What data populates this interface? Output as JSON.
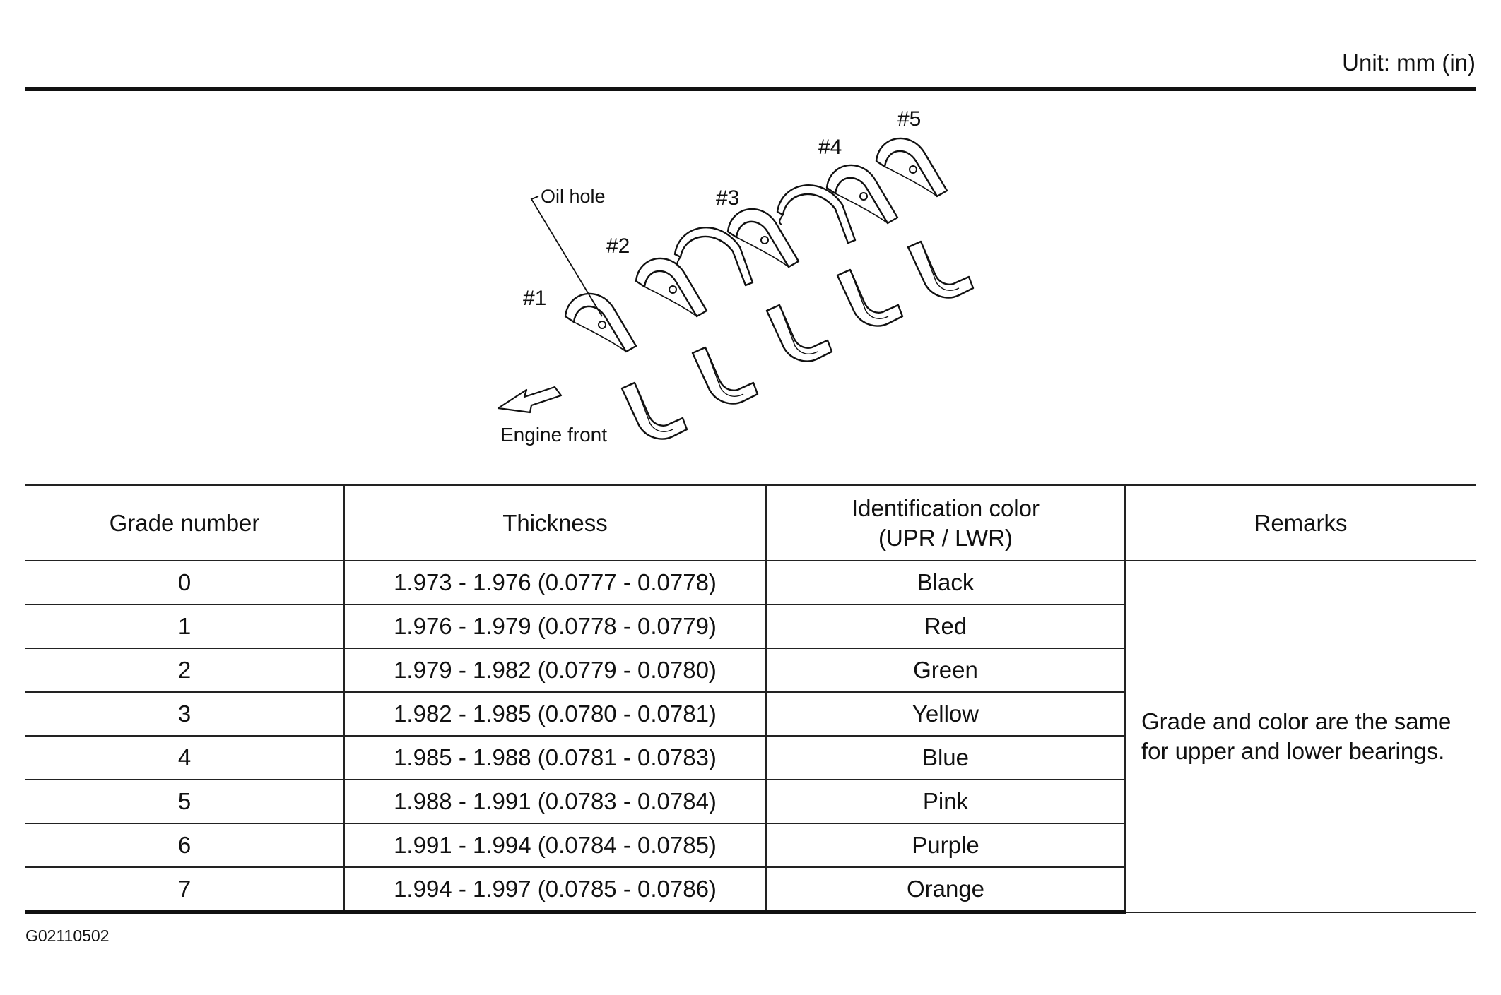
{
  "unit_label": "Unit: mm (in)",
  "diagram": {
    "labels": {
      "b1": "#1",
      "b2": "#2",
      "b3": "#3",
      "b4": "#4",
      "b5": "#5",
      "oil_hole": "Oil hole",
      "engine_front": "Engine front"
    }
  },
  "table": {
    "headers": {
      "grade": "Grade number",
      "thickness": "Thickness",
      "color_line1": "Identification color",
      "color_line2": "(UPR / LWR)",
      "remarks": "Remarks"
    },
    "rows": [
      {
        "grade": "0",
        "thickness": "1.973 - 1.976 (0.0777 - 0.0778)",
        "color": "Black"
      },
      {
        "grade": "1",
        "thickness": "1.976 - 1.979 (0.0778 - 0.0779)",
        "color": "Red"
      },
      {
        "grade": "2",
        "thickness": "1.979 - 1.982 (0.0779 - 0.0780)",
        "color": "Green"
      },
      {
        "grade": "3",
        "thickness": "1.982 - 1.985 (0.0780 - 0.0781)",
        "color": "Yellow"
      },
      {
        "grade": "4",
        "thickness": "1.985 - 1.988 (0.0781 - 0.0783)",
        "color": "Blue"
      },
      {
        "grade": "5",
        "thickness": "1.988 - 1.991 (0.0783 - 0.0784)",
        "color": "Pink"
      },
      {
        "grade": "6",
        "thickness": "1.991 - 1.994 (0.0784 - 0.0785)",
        "color": "Purple"
      },
      {
        "grade": "7",
        "thickness": "1.994 - 1.997 (0.0785 - 0.0786)",
        "color": "Orange"
      }
    ],
    "remarks_line1": "Grade and color are the same",
    "remarks_line2": "for upper and lower bearings."
  },
  "figure_code": "G02110502"
}
